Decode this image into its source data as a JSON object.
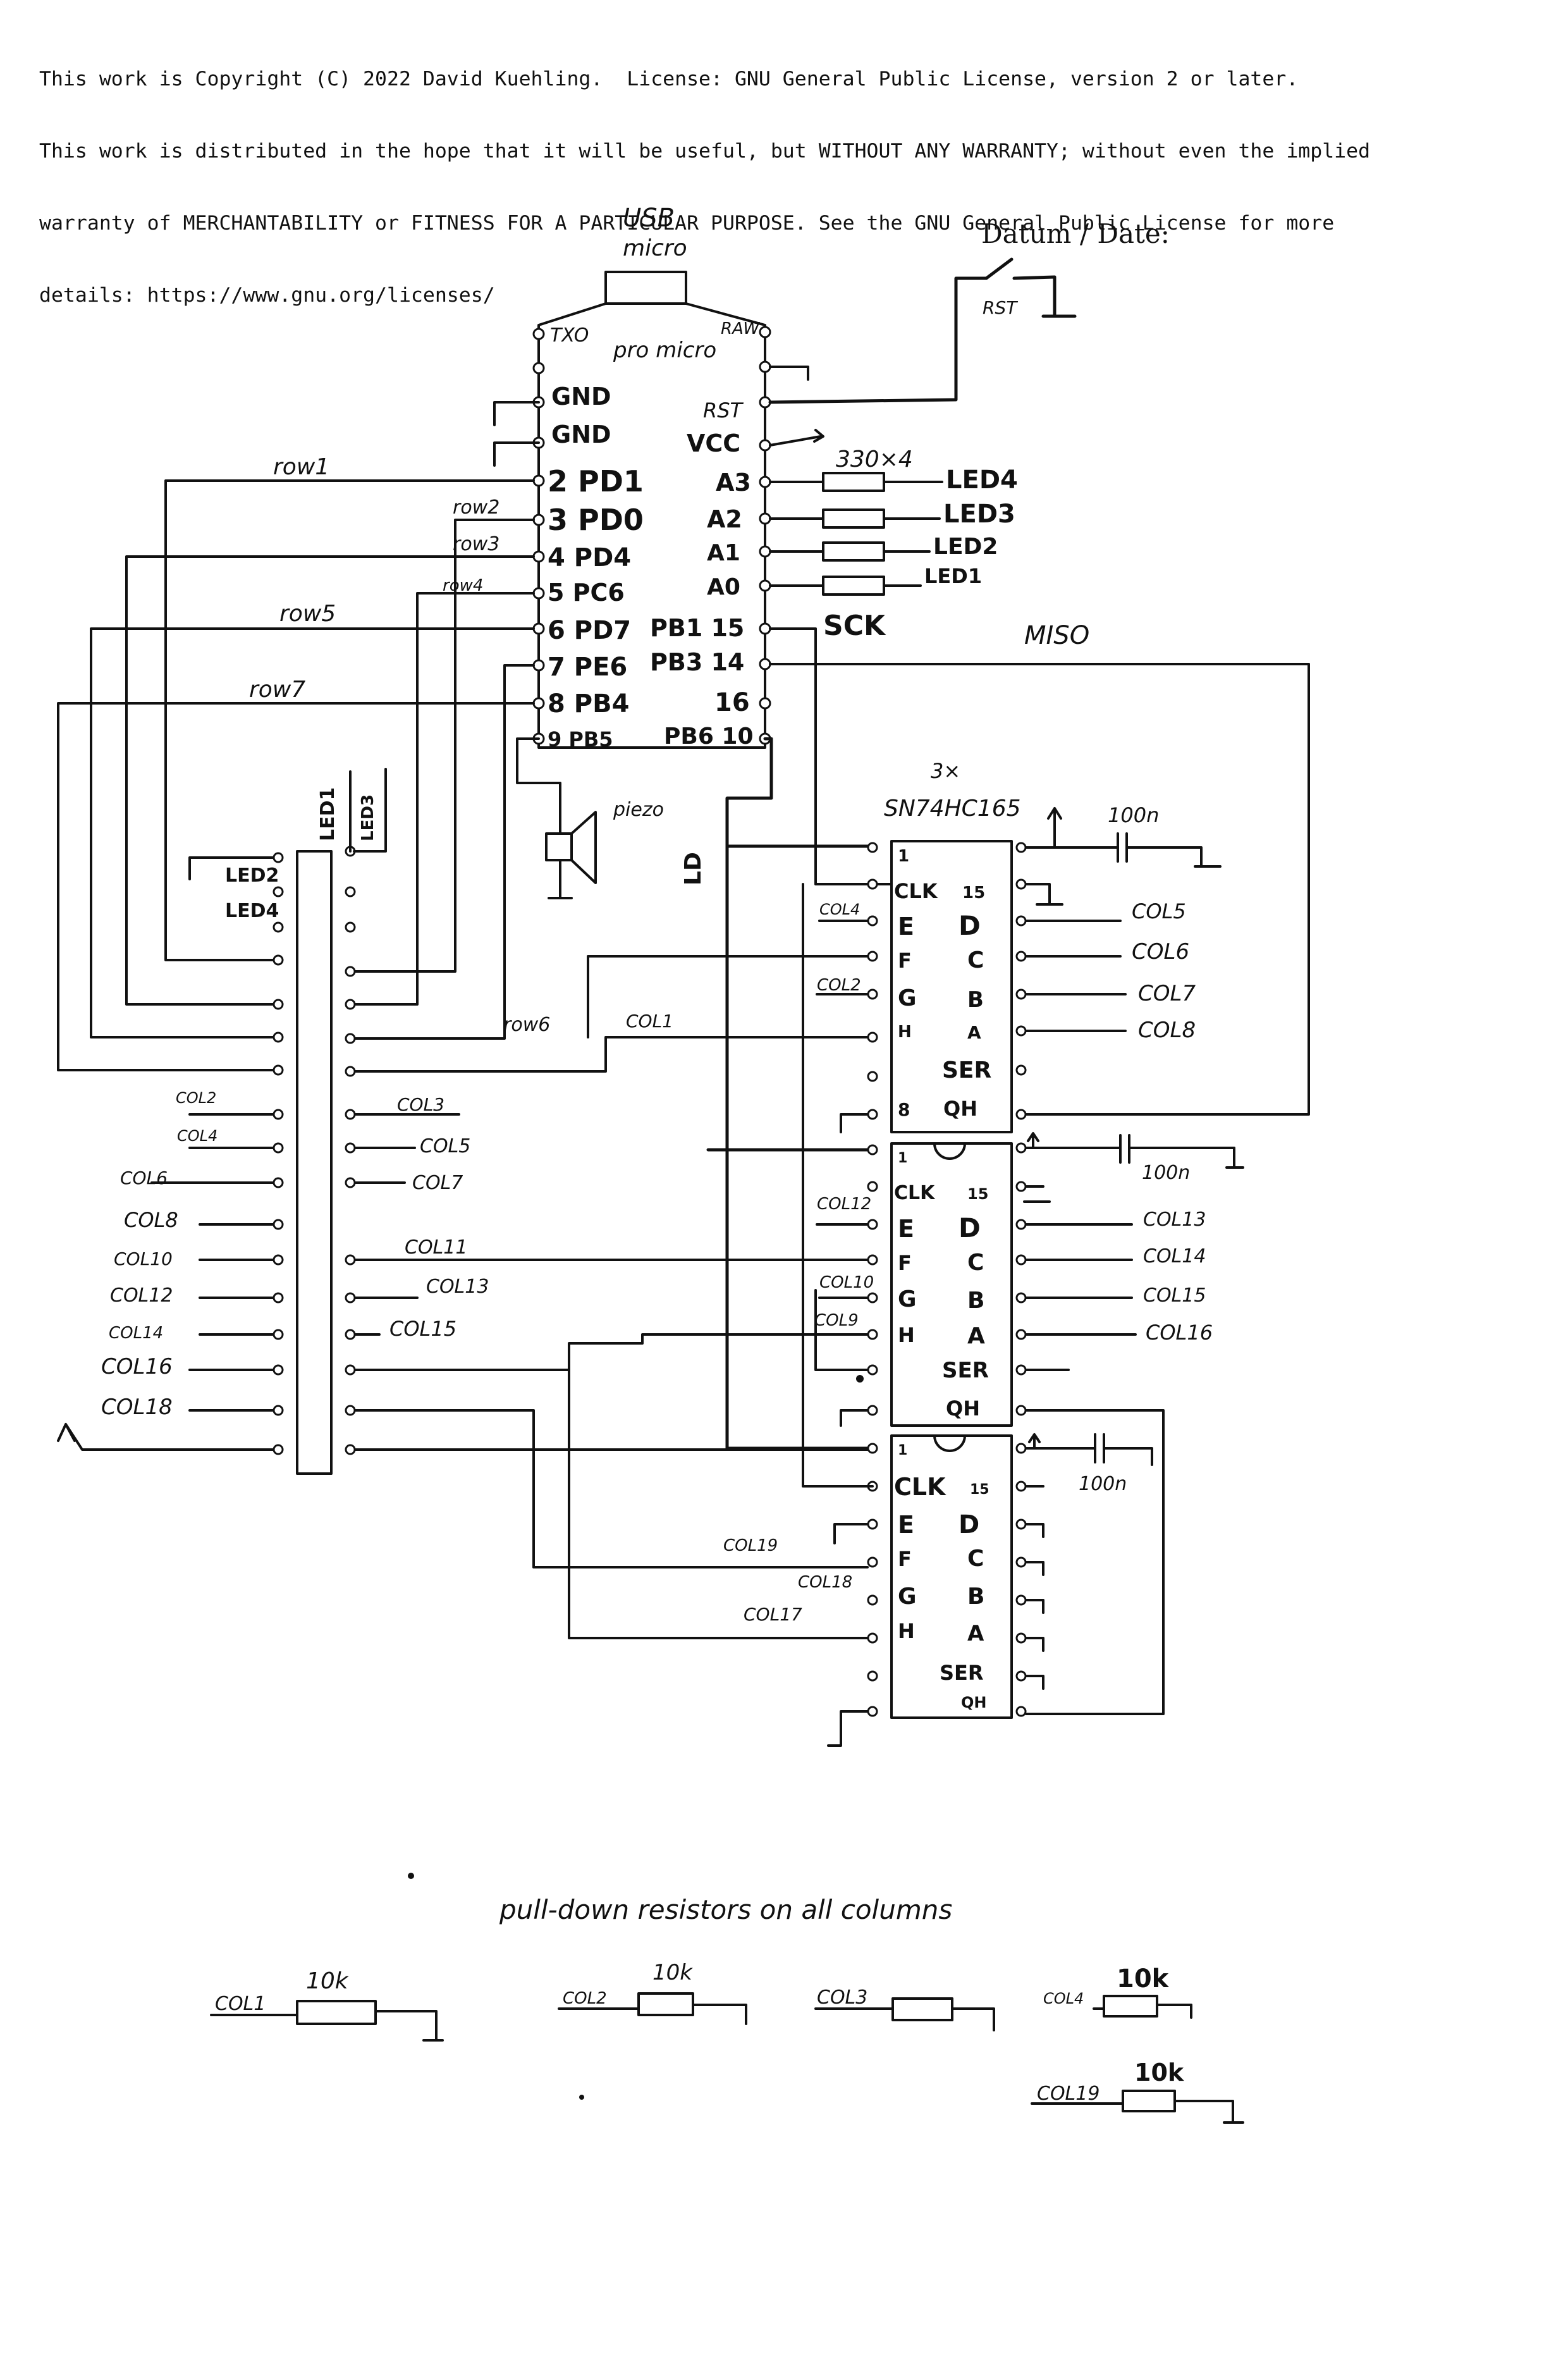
{
  "license": {
    "lines": [
      "This work is Copyright (C) 2022 David Kuehling.  License: GNU General Public License, version 2 or later.",
      "This work is distributed in the hope that it will be useful, but WITHOUT ANY WARRANTY; without even the implied",
      "warranty of MERCHANTABILITY or FITNESS FOR A PARTICULAR PURPOSE. See the GNU General Public License for more",
      "details: https://www.gnu.org/licenses/"
    ]
  },
  "header": {
    "date_label": "Datum / Date:"
  },
  "mcu": {
    "usb_label": "USB",
    "usb_sub": "micro",
    "name": "pro micro",
    "rst_button": "RST",
    "left_pins": [
      "TXO",
      "GND",
      "GND",
      "2  PD1",
      "3  PD0",
      "4  PD4",
      "5  PC6",
      "6  PD7",
      "7  PE6",
      "8  PB4",
      "9 PB5"
    ],
    "right_pins": [
      "RAW",
      "RST",
      "VCC",
      "A3",
      "A2",
      "A1",
      "A0",
      "PB1  15",
      "PB3  14",
      "16",
      "PB6  10"
    ],
    "resistor_label": "330×4",
    "leds": [
      "LED4",
      "LED3",
      "LED2",
      "LED1"
    ],
    "sck": "SCK",
    "miso": "MISO",
    "piezo": "piezo"
  },
  "rows": [
    "row1",
    "row2",
    "row3",
    "row4",
    "row5",
    "row6",
    "row7"
  ],
  "shift_registers": {
    "count_label": "3×",
    "part": "SN74HC165",
    "cap_label": "100n",
    "ld_label": "LD",
    "left_pins": [
      "1",
      "CLK",
      "E",
      "F",
      "G",
      "H",
      "",
      "8"
    ],
    "right_pins": [
      "15",
      "D",
      "C",
      "B",
      "A",
      "SER",
      "QH"
    ],
    "chip1_cols": [
      "COL5",
      "COL6",
      "COL7",
      "COL8"
    ],
    "chip2_cols": [
      "COL13",
      "COL14",
      "COL15",
      "COL16"
    ],
    "chip1_left": [
      "COL4",
      "COL2"
    ],
    "chip2_left": [
      "COL12",
      "COL10",
      "COL9"
    ],
    "chip3_left": [
      "COL19",
      "COL18",
      "COL17"
    ]
  },
  "connector": {
    "left_labels": [
      "LED2",
      "LED4",
      "COL2",
      "COL4",
      "COL6",
      "COL8",
      "COL10",
      "COL12",
      "COL14",
      "COL16",
      "COL18"
    ],
    "right_labels": [
      "LED1",
      "LED3",
      "row6",
      "COL1",
      "COL3",
      "COL5",
      "COL7",
      "COL11",
      "COL13",
      "COL15"
    ]
  },
  "pulldown": {
    "title": "pull-down  resistors  on  all  columns",
    "value": "10k",
    "items": [
      "COL1",
      "COL2",
      "COL3",
      "COL4",
      "COL19"
    ]
  }
}
